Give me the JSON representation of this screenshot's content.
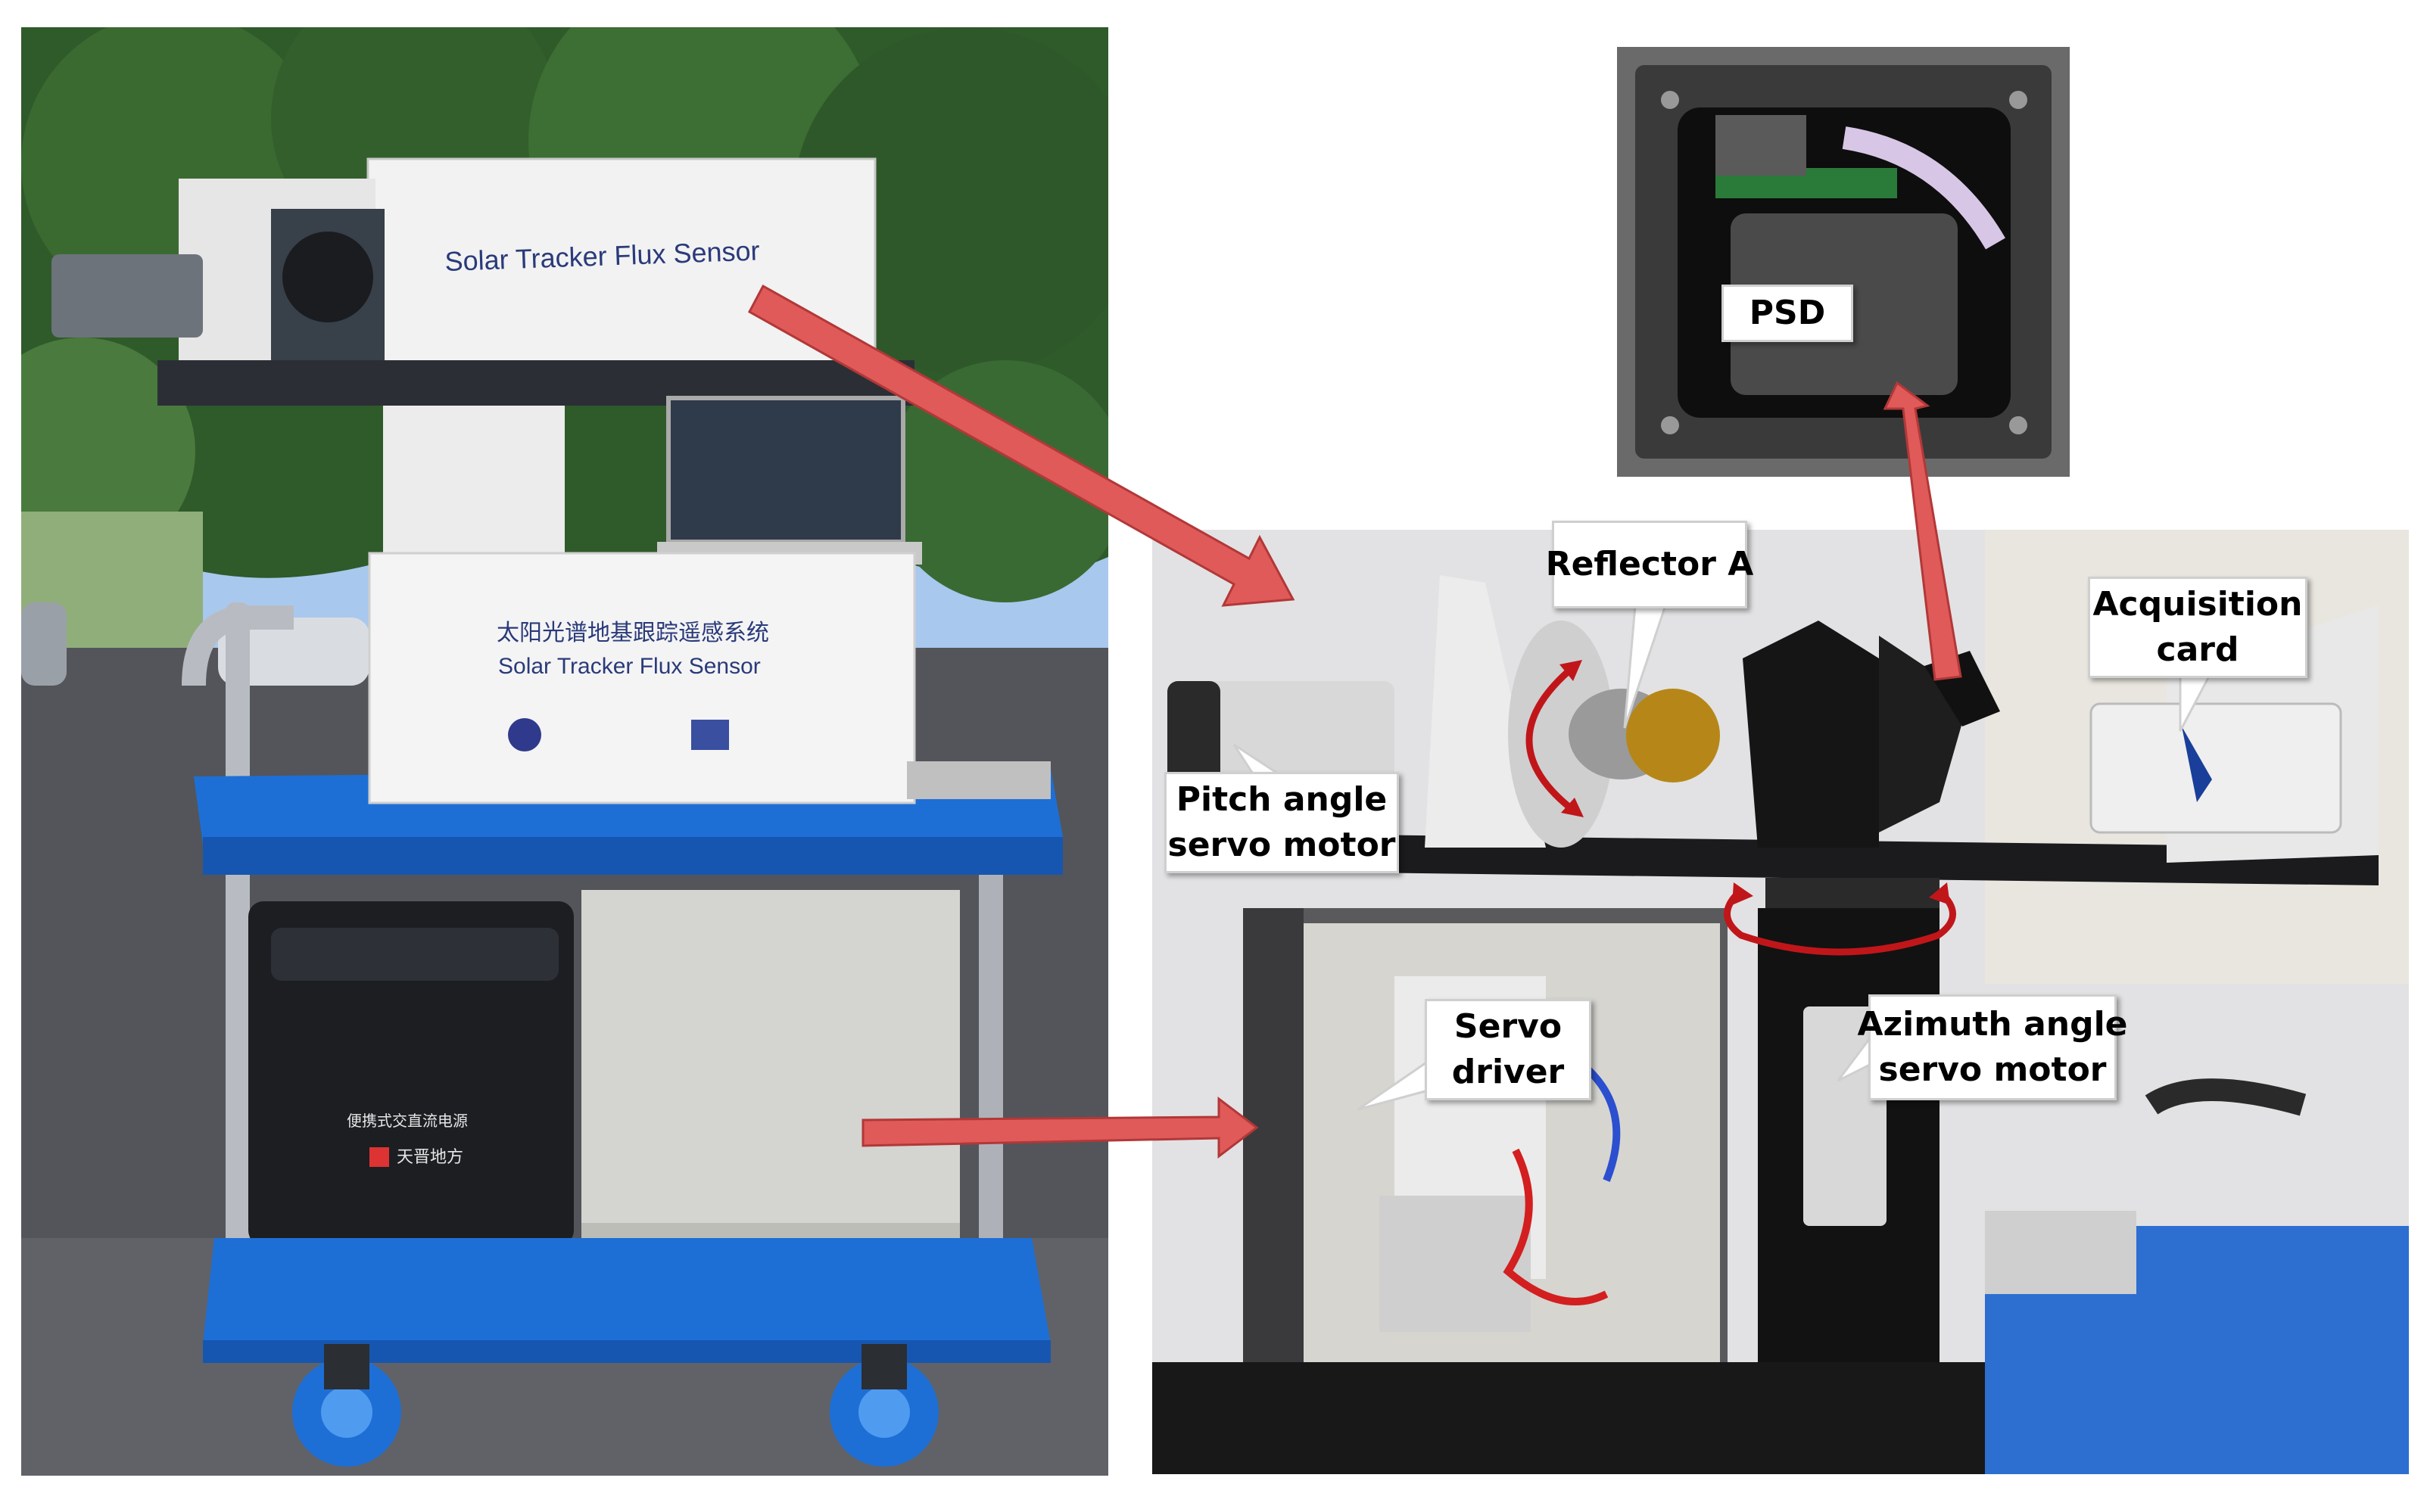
{
  "left_photo": {
    "top_sign": "Solar Tracker Flux Sensor",
    "cabinet_sign_cn": "太阳光谱地基跟踪遥感系统",
    "cabinet_sign_en": "Solar Tracker Flux Sensor",
    "battery_label_cn": "便携式交直流电源",
    "battery_brand_cn": "天晋地方"
  },
  "callouts": {
    "reflector": "Reflector A",
    "psd": "PSD",
    "acquisition_line1": "Acquisition",
    "acquisition_line2": "card",
    "pitch_line1": "Pitch angle",
    "pitch_line2": "servo motor",
    "servo_line1": "Servo",
    "servo_line2": "driver",
    "azimuth_line1": "Azimuth angle",
    "azimuth_line2": "servo motor"
  },
  "colors": {
    "arrow_fill": "#e05a5a",
    "rotation_arrow": "#c0161a",
    "cart_blue": "#1d6fd6",
    "sky": "#a9c8ee",
    "tree": "#2f5a2a"
  }
}
